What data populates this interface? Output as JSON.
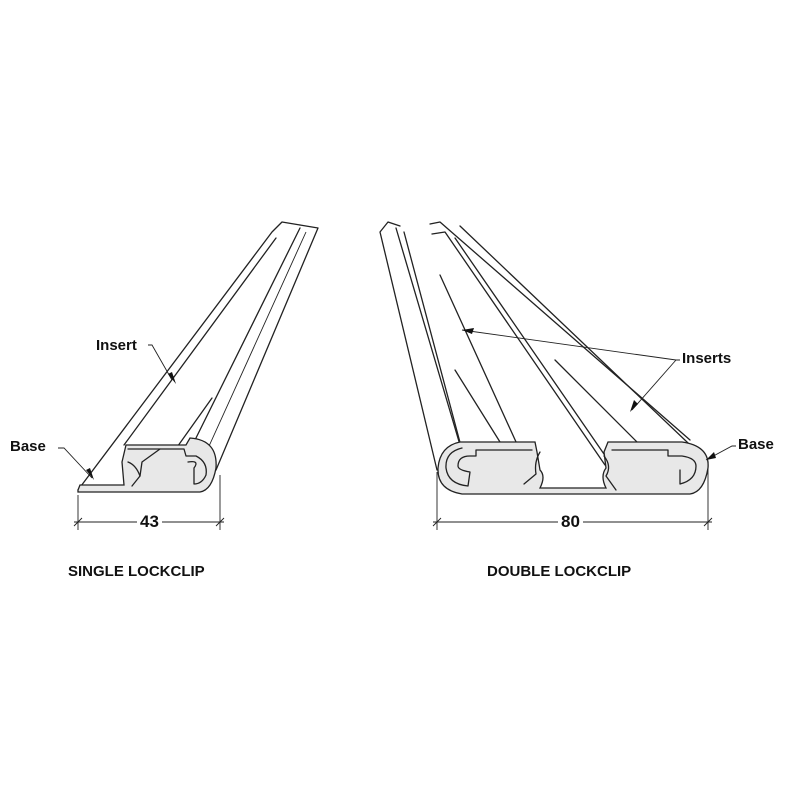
{
  "single": {
    "title": "SINGLE LOCKCLIP",
    "dimension": "43",
    "callouts": {
      "insert": "Insert",
      "base": "Base"
    }
  },
  "double": {
    "title": "DOUBLE LOCKCLIP",
    "dimension": "80",
    "callouts": {
      "inserts": "Inserts",
      "base": "Base"
    }
  }
}
